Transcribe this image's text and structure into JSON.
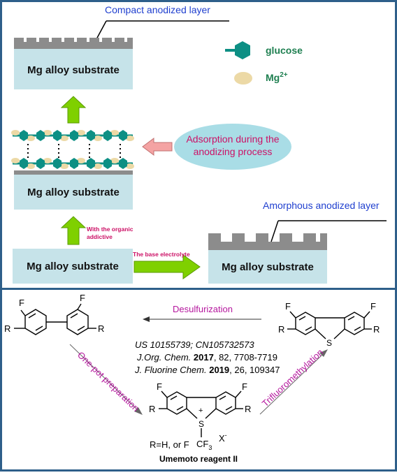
{
  "top_panel": {
    "compact_layer_label": "Compact anodized layer",
    "amorphous_layer_label": "Amorphous anodized layer",
    "substrate_label": "Mg alloy substrate",
    "legend": {
      "glucose_label": "glucose",
      "mg_ion_base": "Mg",
      "mg_ion_sup": "2+"
    },
    "adsorption_label_line1": "Adsorption during the",
    "adsorption_label_line2": "anodizing process",
    "with_organic_line1": "With the organic",
    "with_organic_line2": "addictive",
    "base_electrolyte_label": "The base electrolyte",
    "colors": {
      "substrate_fill": "#c6e3e9",
      "layer_fill": "#8c8c8c",
      "arrow_green": "#7fd000",
      "arrow_pink": "#f4a3a3",
      "ellipse_fill": "#a9dde6",
      "label_blue": "#1f3fcf",
      "label_magenta": "#cc1166",
      "glucose_teal": "#0d8f84",
      "mg_ion_tan": "#ecd9a6"
    }
  },
  "bottom_panel": {
    "desulfurization_label": "Desulfurization",
    "one_pot_label": "One-pot preparation",
    "trifluoromethylation_label": "Trifluoromethylation",
    "ref_line1": "US 10155739; CN105732573",
    "ref_line2_journal": "J.Org. Chem.",
    "ref_line2_year": "2017",
    "ref_line2_rest": ", 82, 7708-7719",
    "ref_line3_journal": "J. Fluorine Chem.",
    "ref_line3_year": "2019",
    "ref_line3_rest": ", 26, 109347",
    "r_definition": "R=H, or F",
    "counterion": "X",
    "counterion_sup": "-",
    "reagent_name": "Umemoto reagent II",
    "atom_labels": {
      "F": "F",
      "R": "R",
      "S": "S",
      "S_plus": "+",
      "CF3": "CF",
      "CF3_sub": "3"
    }
  }
}
